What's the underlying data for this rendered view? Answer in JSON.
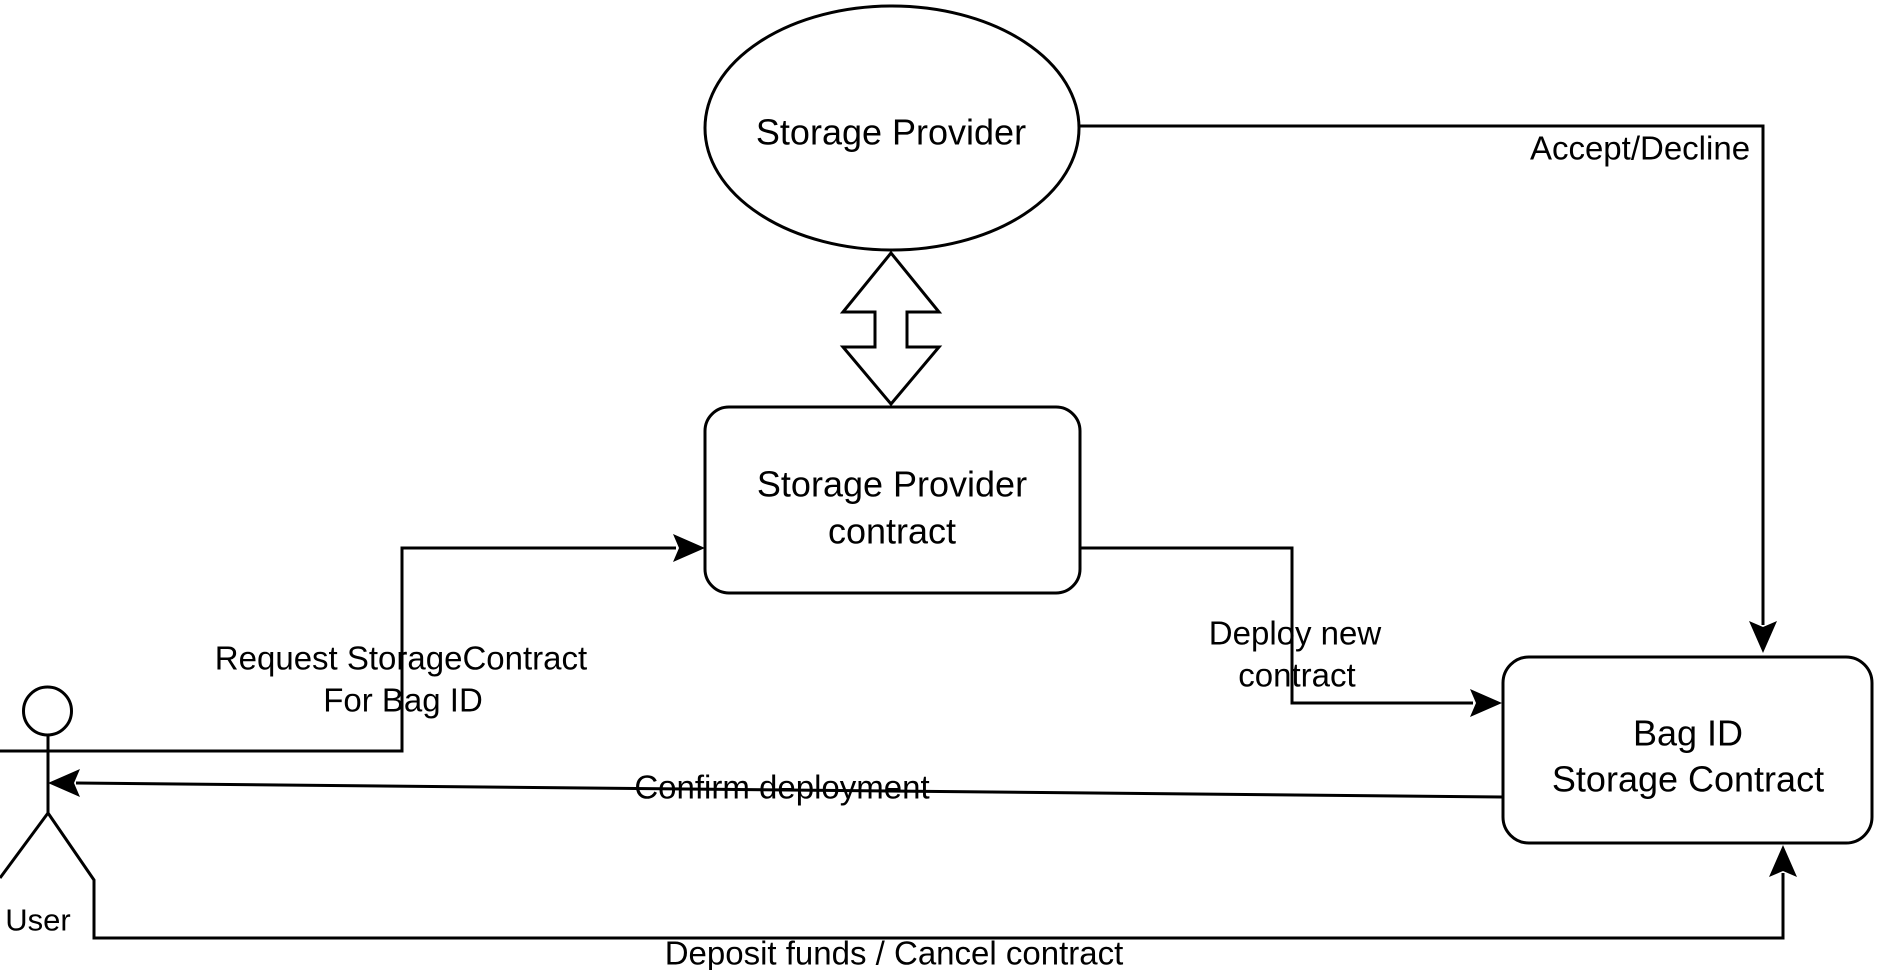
{
  "diagram": {
    "background_color": "#ffffff",
    "line_color": "#000000",
    "nodes": {
      "storage_provider": {
        "shape": "ellipse",
        "label": "Storage Provider"
      },
      "storage_provider_contract": {
        "shape": "rounded-rectangle",
        "lines": [
          "Storage Provider",
          "contract"
        ]
      },
      "bag_id_storage_contract": {
        "shape": "rounded-rectangle",
        "lines": [
          "Bag ID",
          "Storage Contract"
        ]
      },
      "user": {
        "shape": "actor-stick-figure",
        "label": "User"
      }
    },
    "edges": {
      "provider_link": {
        "type": "hollow-double-arrow",
        "from": "Storage Provider",
        "to": "Storage Provider contract",
        "label": ""
      },
      "request_storage_contract": {
        "from": "User",
        "to": "Storage Provider contract",
        "lines": [
          "Request StorageContract",
          "For Bag ID"
        ]
      },
      "deploy_new_contract": {
        "from": "Storage Provider contract",
        "to": "Bag ID Storage Contract",
        "lines": [
          "Deploy new",
          "contract"
        ]
      },
      "accept_decline": {
        "from": "Storage Provider",
        "to": "Bag ID Storage Contract",
        "label": "Accept/Decline"
      },
      "confirm_deployment": {
        "from": "Bag ID Storage Contract",
        "to": "User",
        "label": "Confirm deployment"
      },
      "deposit_cancel": {
        "from": "User",
        "to": "Bag ID Storage Contract",
        "label": "Deposit funds / Cancel contract"
      }
    }
  }
}
